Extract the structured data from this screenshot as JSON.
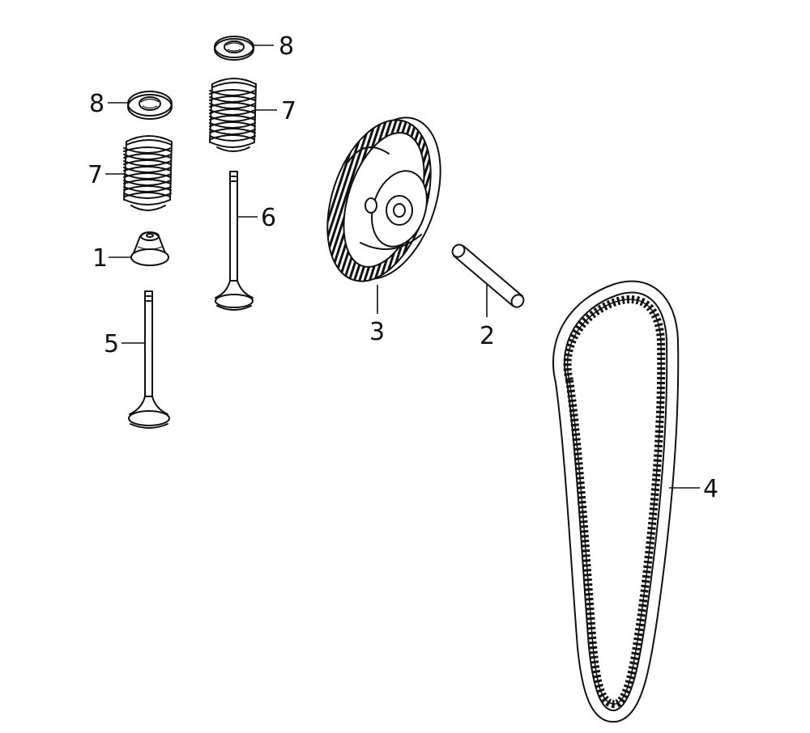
{
  "callouts": [
    {
      "id": "keeper-top",
      "label": "8"
    },
    {
      "id": "keeper-left",
      "label": "8"
    },
    {
      "id": "spring-right",
      "label": "7"
    },
    {
      "id": "spring-left",
      "label": "7"
    },
    {
      "id": "valve-right",
      "label": "6"
    },
    {
      "id": "seal",
      "label": "1"
    },
    {
      "id": "valve-left",
      "label": "5"
    },
    {
      "id": "pulley",
      "label": "3"
    },
    {
      "id": "pin",
      "label": "2"
    },
    {
      "id": "belt",
      "label": "4"
    }
  ]
}
